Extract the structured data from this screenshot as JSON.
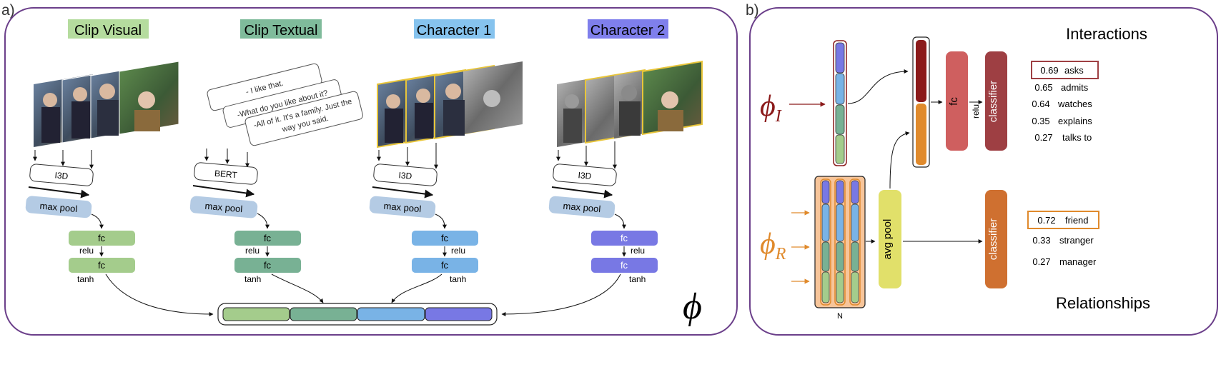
{
  "panel_a": {
    "label": "a)",
    "phi": "ϕ",
    "columns": [
      {
        "title": "Clip Visual",
        "encoder": "I3D",
        "pool": "max pool",
        "fc1": "fc",
        "fc2": "fc",
        "act1": "relu",
        "act2": "tanh",
        "color": "#a4cc8c",
        "title_bg": "#b5dc9e"
      },
      {
        "title": "Clip Textual",
        "encoder": "BERT",
        "pool": "max pool",
        "fc1": "fc",
        "fc2": "fc",
        "act1": "relu",
        "act2": "tanh",
        "color": "#78b194",
        "title_bg": "#7fbb9b"
      },
      {
        "title": "Character 1",
        "encoder": "I3D",
        "pool": "max pool",
        "fc1": "fc",
        "fc2": "fc",
        "act1": "relu",
        "act2": "tanh",
        "color": "#79b3e6",
        "title_bg": "#86c3ee"
      },
      {
        "title": "Character 2",
        "encoder": "I3D",
        "pool": "max pool",
        "fc1": "fc",
        "fc2": "fc",
        "act1": "relu",
        "act2": "tanh",
        "color": "#7878e4",
        "title_bg": "#7f7fec"
      }
    ],
    "subtitles": [
      "- I like that.",
      "-What do you like about it?",
      "-All of it. It's a family. Just the",
      "way you said."
    ]
  },
  "panel_b": {
    "label": "b)",
    "phi_i": "ϕ",
    "phi_i_sub": "I",
    "phi_r": "ϕ",
    "phi_r_sub": "R",
    "interactions_title": "Interactions",
    "relationships_title": "Relationships",
    "fc_label": "fc",
    "relu_label": "relu",
    "classifier_label": "classifier",
    "avg_pool_label": "avg pool",
    "n_label": "N",
    "colors": {
      "interaction": "#8b1a1a",
      "relationship": "#e08a2c",
      "fc": "#cf5f5f",
      "classifier_i": "#9e3f43",
      "classifier_r": "#cf7030",
      "avg_pool": "#e1e06a"
    },
    "interactions": [
      {
        "score": "0.69",
        "label": "asks"
      },
      {
        "score": "0.65",
        "label": "admits"
      },
      {
        "score": "0.64",
        "label": "watches"
      },
      {
        "score": "0.35",
        "label": "explains"
      },
      {
        "score": "0.27",
        "label": "talks to"
      }
    ],
    "relationships": [
      {
        "score": "0.72",
        "label": "friend"
      },
      {
        "score": "0.33",
        "label": "stranger"
      },
      {
        "score": "0.27",
        "label": "manager"
      }
    ]
  }
}
